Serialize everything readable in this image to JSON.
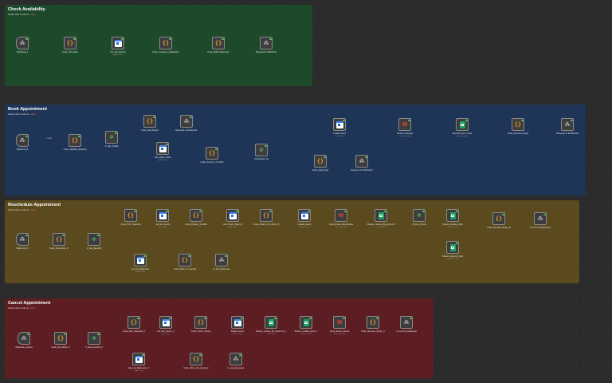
{
  "sections": [
    {
      "title": "Check Availability",
      "subtitle_prefix": "Double click to edit me. ",
      "subtitle_link": "Guide",
      "color": "#1e4a2c"
    },
    {
      "title": "Book Appointment",
      "subtitle_prefix": "Double click to edit me. ",
      "subtitle_link": "Guide",
      "color": "#1f3557"
    },
    {
      "title": "Reschedule Appointment",
      "subtitle_prefix": "Double click to edit me. ",
      "subtitle_link": "Guide",
      "color": "#5a4a1d"
    },
    {
      "title": "Cancel Appointment",
      "subtitle_prefix": "Double click to edit me. ",
      "subtitle_link": "Guide",
      "color": "#5c1e22"
    }
  ],
  "nodes": [
    {
      "id": "ca1",
      "name": "Webhook_1",
      "icon": "webhook-icon",
      "kind": "trigger"
    },
    {
      "id": "ca2",
      "name": "Code_Normalize",
      "icon": "code-icon"
    },
    {
      "id": "ca3",
      "name": "Cal_List_Events",
      "sub": "getAll: event",
      "icon": "google-calendar-icon"
    },
    {
      "id": "ca4",
      "name": "Code_Compute_Availabili ty",
      "icon": "code-icon"
    },
    {
      "id": "ca5",
      "name": "Code_Build_Response",
      "icon": "code-icon"
    },
    {
      "id": "ca6",
      "name": "Respond to Webhook",
      "icon": "webhook-icon"
    },
    {
      "id": "ba1",
      "name": "Webhook_B",
      "icon": "webhook-icon",
      "kind": "trigger"
    },
    {
      "id": "ba2",
      "name": "Code_Validate_Booking",
      "icon": "code-icon"
    },
    {
      "id": "ba3",
      "name": "If_Has_Failed",
      "icon": "if-icon"
    },
    {
      "id": "ba4",
      "name": "Code_Fail_Reply1",
      "icon": "code-icon"
    },
    {
      "id": "ba5",
      "name": "Respond to Webhook1",
      "icon": "webhook-icon"
    },
    {
      "id": "ba6",
      "name": "Cal_Check_Slots",
      "sub": "getAll: event",
      "icon": "google-calendar-icon"
    },
    {
      "id": "ba7",
      "name": "Code_Assert_If_Conflict",
      "icon": "code-icon"
    },
    {
      "id": "ba8",
      "name": "If_Booking_Ok",
      "icon": "if-icon"
    },
    {
      "id": "ba9",
      "name": "Create event",
      "sub": "create: event",
      "icon": "google-calendar-icon"
    },
    {
      "id": "ba10",
      "name": "Send a message",
      "sub": "send: message",
      "icon": "gmail-icon"
    },
    {
      "id": "ba11",
      "name": "Append row in sheet",
      "sub": "append: sheet",
      "icon": "google-sheets-icon"
    },
    {
      "id": "ba12",
      "name": "Code_Success_Reply",
      "icon": "code-icon"
    },
    {
      "id": "ba13",
      "name": "Respond to Webhook3",
      "icon": "webhook-icon"
    },
    {
      "id": "ba14",
      "name": "Code_Fail_Reply",
      "icon": "code-icon"
    },
    {
      "id": "ba15",
      "name": "Respond to Webhook2",
      "icon": "webhook-icon"
    },
    {
      "id": "ra1",
      "name": "Webhook_R",
      "icon": "webhook-icon",
      "kind": "trigger"
    },
    {
      "id": "ra2",
      "name": "Code_Normalize_R",
      "icon": "code-icon"
    },
    {
      "id": "ra3",
      "name": "If_Has_EventId",
      "icon": "if-icon"
    },
    {
      "id": "ra4",
      "name": "Code_Pick_Selected",
      "icon": "code-icon"
    },
    {
      "id": "ra5",
      "name": "Cal_Get_Event",
      "sub": "get: event",
      "icon": "google-calendar-icon"
    },
    {
      "id": "ra6",
      "name": "Code_Prepare_Conflict",
      "icon": "code-icon"
    },
    {
      "id": "ra7",
      "name": "Cal_Check_Slots_R",
      "sub": "getAll: event",
      "icon": "google-calendar-icon"
    },
    {
      "id": "ra8",
      "name": "Code_Assert_If_Conflict_ R",
      "icon": "code-icon"
    },
    {
      "id": "ra9",
      "name": "Update_Event",
      "sub": "update: event",
      "icon": "google-calendar-icon"
    },
    {
      "id": "ra10",
      "name": "Send_Email_Reschedule",
      "sub": "send: message",
      "icon": "gmail-icon"
    },
    {
      "id": "ra11",
      "name": "Sheets_Lookup_By_Even tId",
      "sub": "read: sheet",
      "icon": "google-sheets-icon"
    },
    {
      "id": "ra12",
      "name": "If_Row_Found",
      "icon": "if-icon"
    },
    {
      "id": "ra13",
      "name": "Sheets_Update_Row",
      "sub": "update: sheet",
      "icon": "google-sheets-icon"
    },
    {
      "id": "ra14",
      "name": "Sheets_Append_New",
      "sub": "append: sheet",
      "icon": "google-sheets-icon"
    },
    {
      "id": "ra15",
      "name": "Code_Success_Reply_R",
      "icon": "code-icon"
    },
    {
      "id": "ra16",
      "name": "R_Commit_Response",
      "icon": "webhook-icon"
    },
    {
      "id": "ra17",
      "name": "Cal_List_MyEvents",
      "sub": "getAll: event",
      "icon": "google-calendar-icon"
    },
    {
      "id": "ra18",
      "name": "Code_Filter_Cur_Email",
      "icon": "code-icon"
    },
    {
      "id": "ra19",
      "name": "R_List_Response",
      "icon": "webhook-icon"
    },
    {
      "id": "cn1",
      "name": "Webhook_Cancel",
      "icon": "webhook-icon",
      "kind": "trigger"
    },
    {
      "id": "cn2",
      "name": "Code_Normalize_C",
      "icon": "code-icon"
    },
    {
      "id": "cn3",
      "name": "If_Has_EventId_C",
      "icon": "if-icon"
    },
    {
      "id": "cn4",
      "name": "Code_Pick_Selected_C",
      "icon": "code-icon"
    },
    {
      "id": "cn5",
      "name": "Cal_Get_Event_C",
      "sub": "get: event",
      "icon": "google-calendar-icon"
    },
    {
      "id": "cn6",
      "name": "Code_Prefix_Cancel",
      "icon": "code-icon"
    },
    {
      "id": "cn7",
      "name": "Delete_Event",
      "sub": "delete: event",
      "icon": "google-calendar-icon"
    },
    {
      "id": "cn8",
      "name": "Sheets_Lookup_By_Even tId_C",
      "sub": "read: sheet",
      "icon": "google-sheets-icon"
    },
    {
      "id": "cn9",
      "name": "Sheets_Update_Row_C",
      "sub": "update: sheet",
      "icon": "google-sheets-icon"
    },
    {
      "id": "cn10",
      "name": "Send_Email_Cancel",
      "sub": "send: message",
      "icon": "gmail-icon"
    },
    {
      "id": "cn11",
      "name": "Code_Success_Reply_C",
      "icon": "code-icon"
    },
    {
      "id": "cn12",
      "name": "C_Commit_Response",
      "icon": "webhook-icon"
    },
    {
      "id": "cn13",
      "name": "Cal_List_MyEvents_C",
      "sub": "getAll: event",
      "icon": "google-calendar-icon"
    },
    {
      "id": "cn14",
      "name": "Code_Filter_Cur_Email_C",
      "icon": "code-icon"
    },
    {
      "id": "cn15",
      "name": "C_List_Response",
      "icon": "webhook-icon"
    }
  ],
  "edge_labels": [
    {
      "text": "1 item"
    }
  ],
  "colors": {
    "code": "#f0a030",
    "webhook": "#e6e6e6",
    "if": "#4fc26a",
    "sheets": "#1ea362",
    "gmail": "#ea4335",
    "calendar": "#4285f4",
    "connection": "#9a9a9a",
    "checkmark": "#5fbf5f"
  }
}
